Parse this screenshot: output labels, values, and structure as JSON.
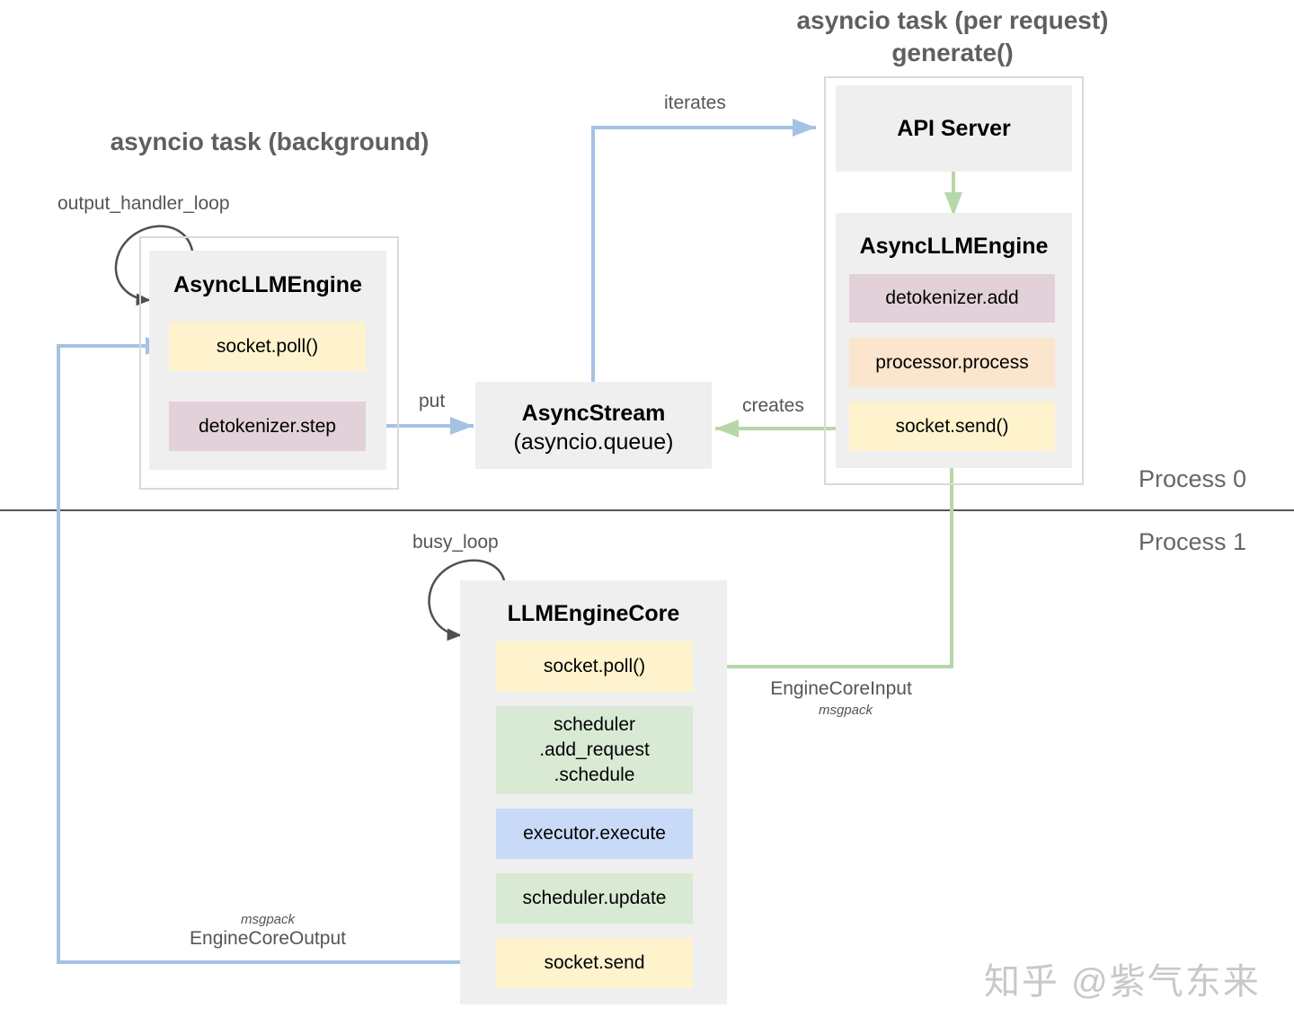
{
  "titles": {
    "background_task": "asyncio task (background)",
    "request_task_line1": "asyncio task (per request)",
    "request_task_line2": "generate()"
  },
  "left_engine": {
    "title": "AsyncLLMEngine",
    "items": [
      "socket.poll()",
      "detokenizer.step"
    ]
  },
  "async_stream": {
    "title": "AsyncStream",
    "subtitle": "(asyncio.queue)"
  },
  "api_server": {
    "title": "API Server"
  },
  "right_engine": {
    "title": "AsyncLLMEngine",
    "items": [
      "detokenizer.add",
      "processor.process",
      "socket.send()"
    ]
  },
  "core": {
    "title": "LLMEngineCore",
    "items": [
      "socket.poll()",
      "scheduler\n.add_request\n.schedule",
      "executor.execute",
      "scheduler.update",
      "socket.send"
    ]
  },
  "labels": {
    "output_handler_loop": "output_handler_loop",
    "busy_loop": "busy_loop",
    "iterates": "iterates",
    "put": "put",
    "creates": "creates",
    "engine_core_input": "EngineCoreInput",
    "engine_core_input_format": "msgpack",
    "engine_core_output": "EngineCoreOutput",
    "engine_core_output_format": "msgpack"
  },
  "process": {
    "p0": "Process 0",
    "p1": "Process 1"
  },
  "watermark": "知乎 @紫气东来",
  "colors": {
    "blue_arrow": "#a4c2e4",
    "green_arrow": "#b6d7a8",
    "loop_arrow": "#505050",
    "panel": "#efefef",
    "yellow": "#fff3cd",
    "pink": "#e3d1da",
    "peach": "#fbe5cd",
    "green": "#d9ead4",
    "blue": "#c9daf8"
  }
}
